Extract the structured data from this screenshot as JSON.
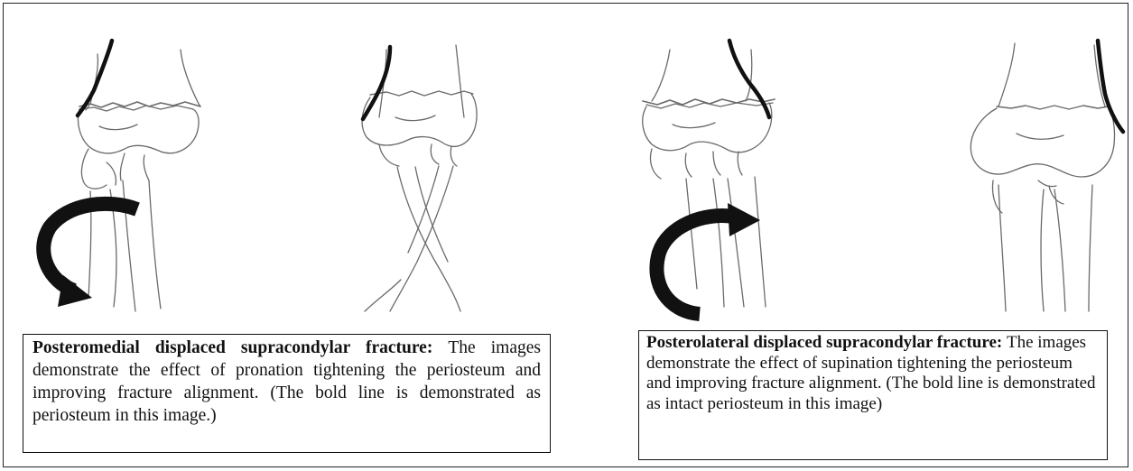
{
  "panels": [
    {
      "id": "posteromedial",
      "caption_title": "Posteromedial displaced supracondylar fracture:",
      "caption_body": "The images demonstrate the effect of pronation tightening the periosteum and improving fracture alignment. (The bold line is demonstrated as periosteum in this image.)"
    },
    {
      "id": "posterolateral",
      "caption_title": "Posterolateral displaced supracondylar fracture:",
      "caption_body": "The images demonstrate the effect of supination tightening the periosteum and improving fracture alignment. (The bold line is demonstrated as intact periosteum in this image)"
    }
  ],
  "colors": {
    "sketch_line": "#6a6a6a",
    "periosteum_line": "#111111",
    "arrow": "#111111"
  }
}
